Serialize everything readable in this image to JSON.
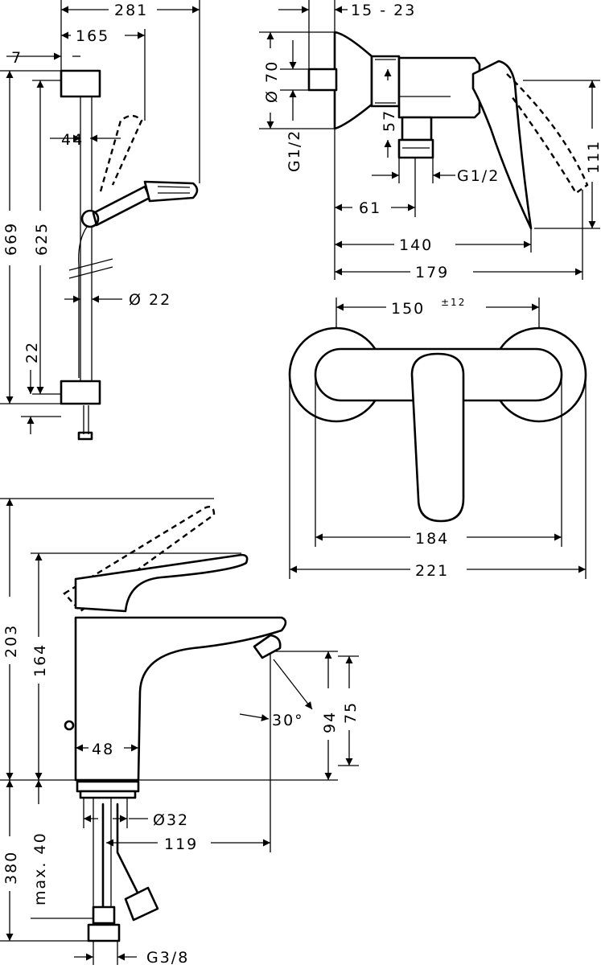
{
  "colors": {
    "ink": "#000000",
    "paper": "#ffffff"
  },
  "shower_rail": {
    "dim_width_total": "281",
    "dim_width_hand": "165",
    "dim_offset_wall": "7",
    "dim_offset_44": "44",
    "dim_height_total": "669",
    "dim_height_bar": "625",
    "dim_bottom": "22",
    "dim_diameter": "Ø 22"
  },
  "mixer_side": {
    "dim_wall_range": "15 - 23",
    "dim_rosette_diameter": "Ø 70",
    "dim_inlet_thread": "G1/2",
    "dim_outlet_thread": "G1/2",
    "dim_57": "57",
    "dim_61": "61",
    "dim_140": "140",
    "dim_179": "179",
    "dim_111": "111"
  },
  "mixer_front": {
    "dim_centers": "150",
    "dim_centers_tol": "±12",
    "dim_184": "184",
    "dim_221": "221"
  },
  "basin_mixer": {
    "dim_203": "203",
    "dim_164": "164",
    "dim_48": "48",
    "dim_angle": "30°",
    "dim_94": "94",
    "dim_75": "75",
    "dim_380": "380",
    "dim_max40": "max. 40",
    "dim_d32": "Ø32",
    "dim_119": "119",
    "dim_g38": "G3/8"
  }
}
